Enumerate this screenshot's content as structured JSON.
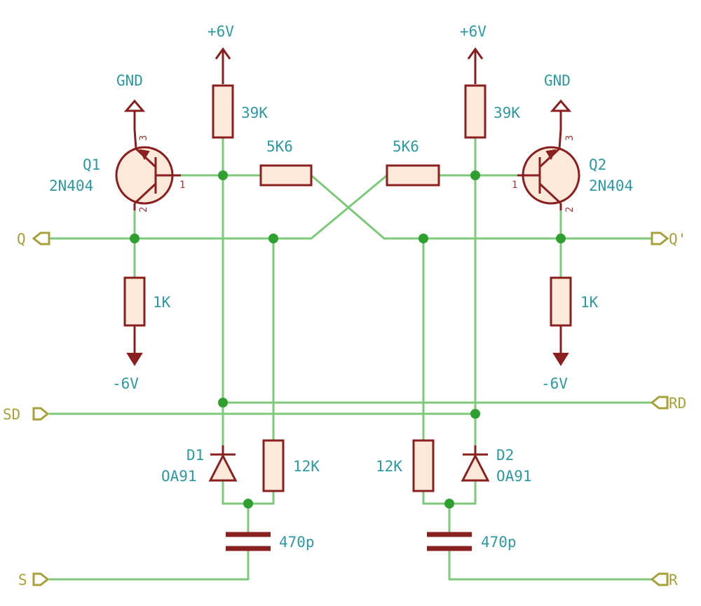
{
  "supplies": {
    "vpos_left": "+6V",
    "vpos_right": "+6V",
    "gnd_left": "GND",
    "gnd_right": "GND",
    "vneg_left": "-6V",
    "vneg_right": "-6V"
  },
  "transistors": {
    "q1_ref": "Q1",
    "q1_value": "2N404",
    "q2_ref": "Q2",
    "q2_value": "2N404",
    "pin1": "1",
    "pin2": "2",
    "pin3": "3"
  },
  "resistors": {
    "r_collector_left": "39K",
    "r_collector_right": "39K",
    "r_cross_left": "5K6",
    "r_cross_right": "5K6",
    "r_emitter_left": "1K",
    "r_emitter_right": "1K",
    "r_bias_left": "12K",
    "r_bias_right": "12K"
  },
  "diodes": {
    "d1_ref": "D1",
    "d1_value": "OA91",
    "d2_ref": "D2",
    "d2_value": "OA91"
  },
  "capacitors": {
    "c_left": "470p",
    "c_right": "470p"
  },
  "ports": {
    "q": "Q",
    "q_prime": "Q'",
    "sd": "SD",
    "rd": "RD",
    "s": "S",
    "r": "R"
  },
  "colors": {
    "wire": "#7dc97a",
    "component": "#8a1f1f",
    "component_fill": "#fde9d9",
    "label": "#2d9aa0",
    "port": "#a7a13a",
    "junction": "#2fa02f"
  }
}
